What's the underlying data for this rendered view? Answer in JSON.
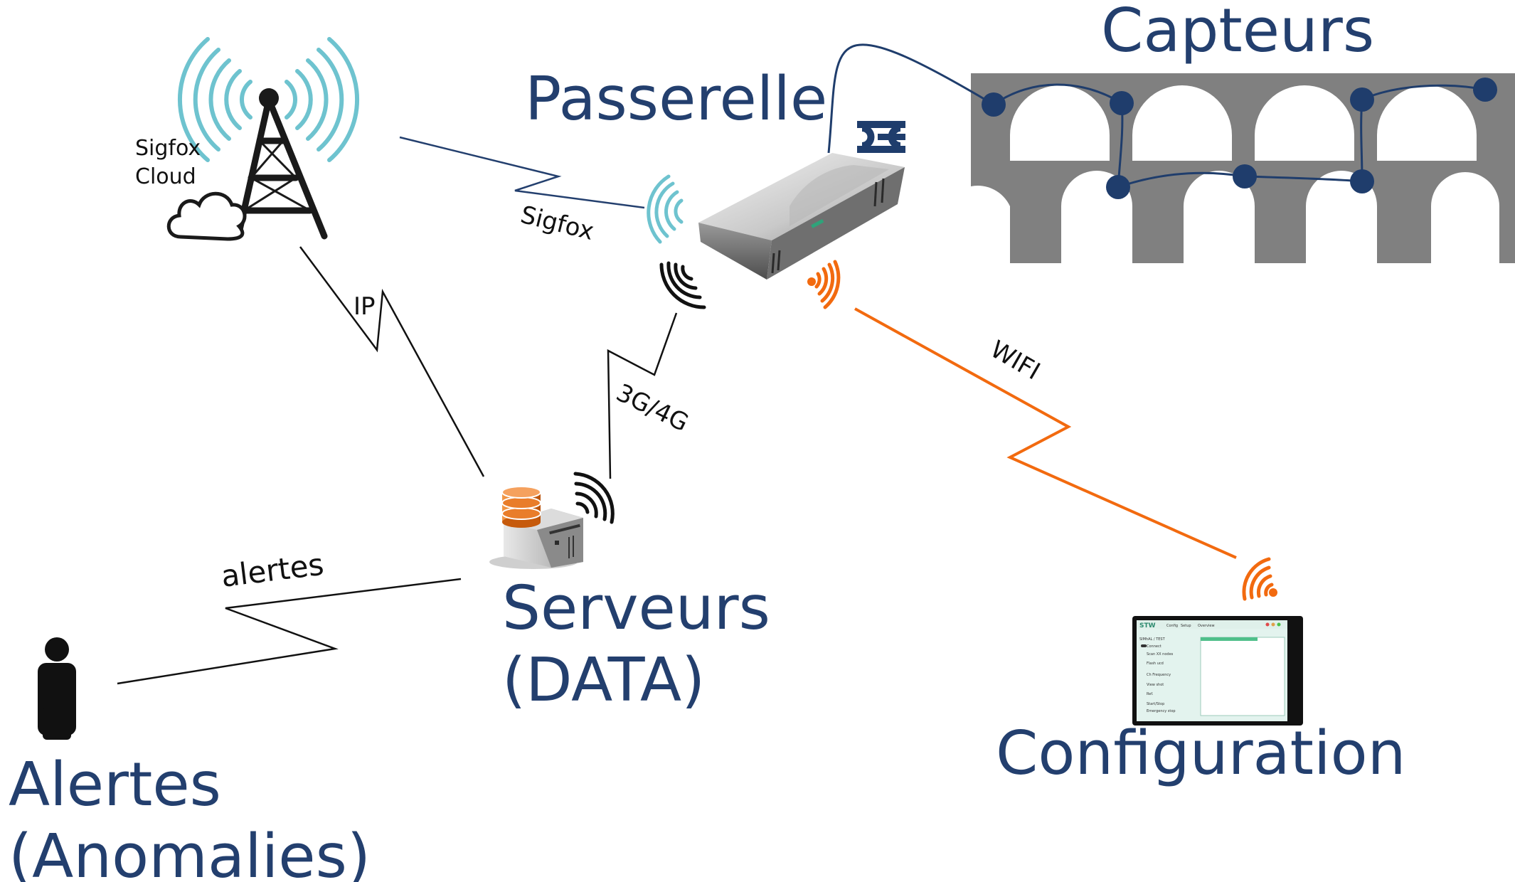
{
  "labels": {
    "capteurs": "Capteurs",
    "passerelle": "Passerelle",
    "serveurs_line1": "Serveurs",
    "serveurs_line2": "(DATA)",
    "alertes_line1": "Alertes",
    "alertes_line2": "(Anomalies)",
    "configuration": "Configuration",
    "sigfox_cloud_line1": "Sigfox",
    "sigfox_cloud_line2": "Cloud"
  },
  "links": {
    "sigfox": "Sigfox",
    "ip": "IP",
    "g3g4": "3G/4G",
    "wifi": "WIFI",
    "alertes": "alertes"
  },
  "tablet": {
    "brand": "STW",
    "menu": [
      "Config",
      "Setup",
      "Overview"
    ],
    "panel_title": "SIMhAL / TEST",
    "items": [
      "Connect",
      "Scan  XX  nodes",
      "Flash ucd",
      "Ch   Frequency",
      "View shot",
      "Ref.",
      "Start/Stop",
      "Emergency stop"
    ]
  },
  "colors": {
    "label_blue": "#233f6e",
    "sigfox_teal": "#6ec3cf",
    "wifi_orange": "#f26a0f",
    "bridge_grey": "#808080",
    "sensor_blue": "#1f3d6c"
  },
  "icons": [
    "antenna-tower-icon",
    "cloud-icon",
    "gateway-device-icon",
    "server-icon",
    "database-icon",
    "person-icon",
    "tablet-icon",
    "bridge-icon",
    "wifi-signal-icon"
  ]
}
